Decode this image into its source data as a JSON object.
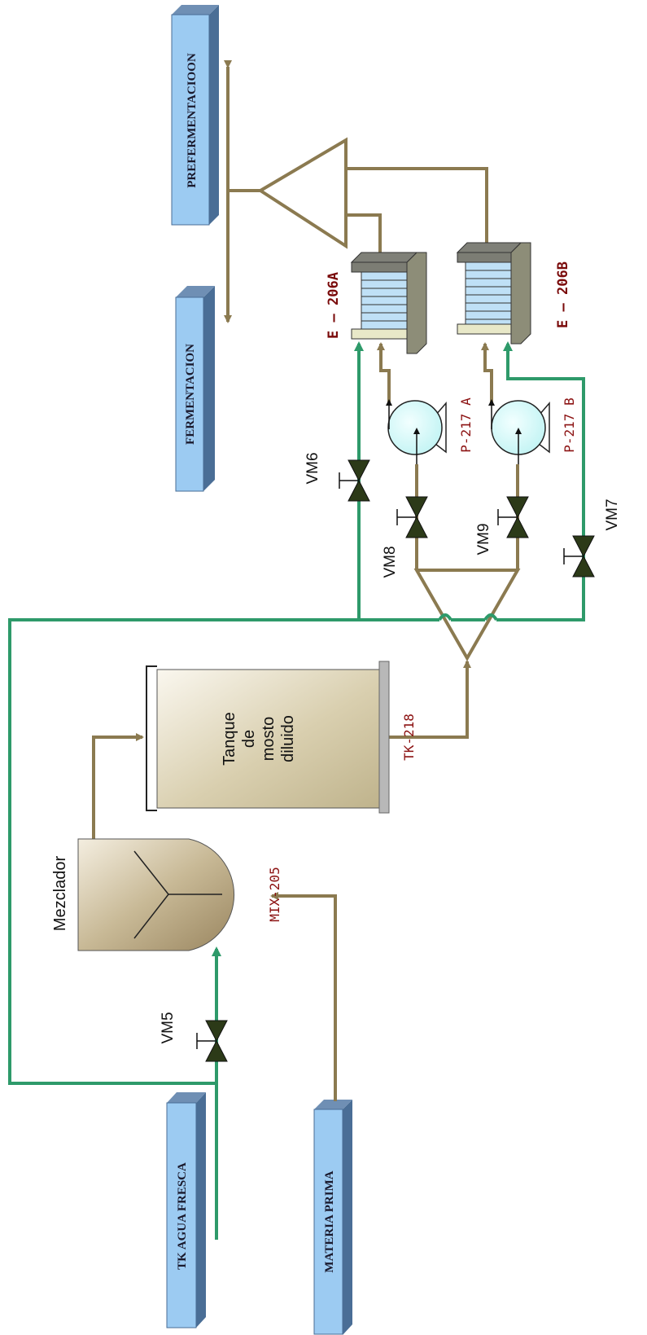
{
  "boxes": {
    "preferment": "PREFERMENTACIOON",
    "ferment": "FERMENTACION",
    "agua": "TK AGUA FRESCA",
    "materia": "MATERIA PRIMA"
  },
  "equipment": {
    "tank_line1": "Tanque",
    "tank_line2": "de",
    "tank_line3": "mosto",
    "tank_line4": "diluido",
    "tank_tag": "TK-218",
    "mixer": "Mezclador",
    "mixer_tag": "MIX-205",
    "hx_a": "E – 206A",
    "hx_b": "E – 206B",
    "pump_a": "P-217 A",
    "pump_b": "P-217 B"
  },
  "valves": {
    "vm5": "VM5",
    "vm6": "VM6",
    "vm7": "VM7",
    "vm8": "VM8",
    "vm9": "VM9"
  },
  "colors": {
    "process_line": "#8b7a50",
    "water_line": "#2e9a6a",
    "box_fill": "#9ccbf2",
    "box_side": "#4a6e96",
    "tag_red": "#8b1010"
  }
}
